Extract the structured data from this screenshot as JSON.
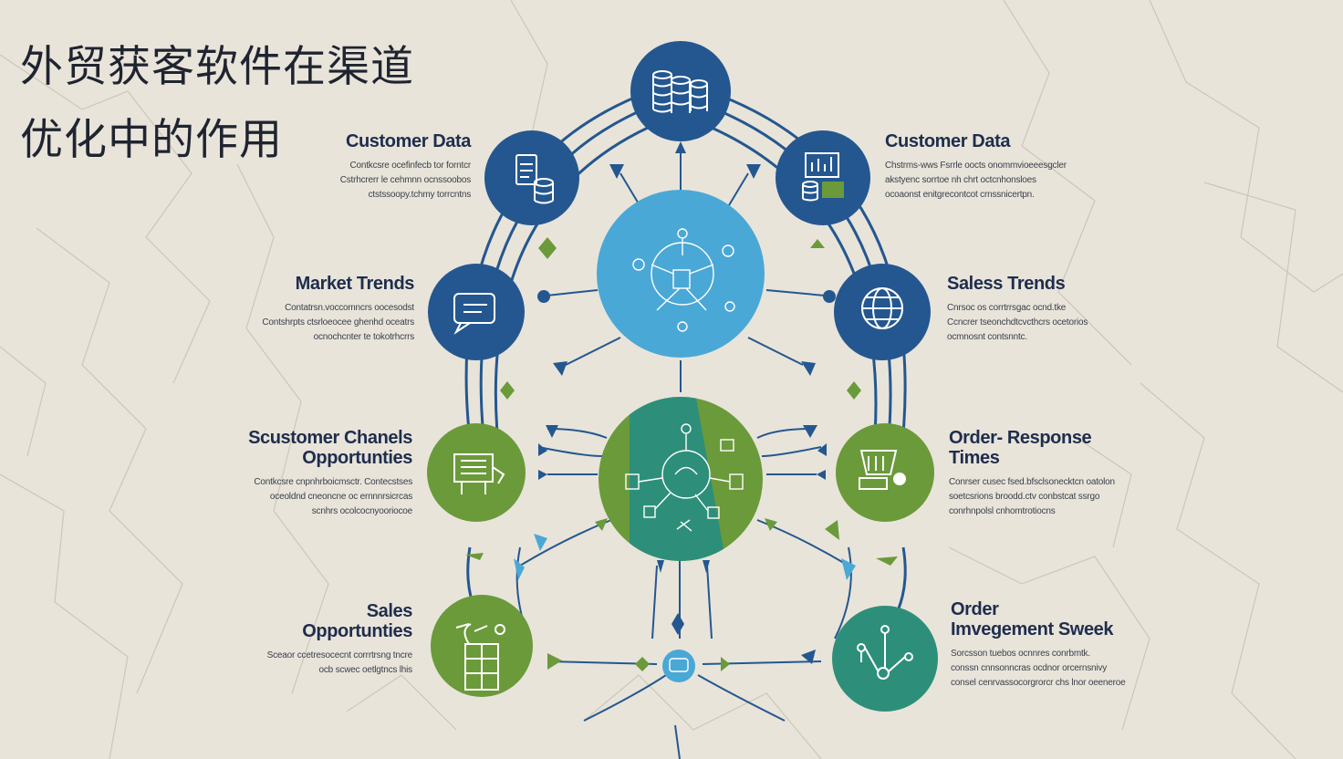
{
  "title": {
    "line1": "外贸获客软件在渠道",
    "line2": "优化中的作用"
  },
  "colors": {
    "background": "#e8e4da",
    "navy": "#24578f",
    "light_blue": "#4aa8d6",
    "green": "#6b9a3a",
    "teal": "#2d8f7a",
    "heading_text": "#1f2d4d"
  },
  "nodes": [
    {
      "id": "top",
      "icon": "database-stack-icon"
    },
    {
      "id": "customer-data-left",
      "heading": "Customer Data",
      "desc": "Contkcsre ocefinfecb tor forntcr\nCstrhcrerr le cehmnn ocnssoobos\nctstssoopy.tchmy torrcntns",
      "icon": "database-document-icon"
    },
    {
      "id": "customer-data-right",
      "heading": "Customer Data",
      "desc": "Chstrms-wws Fsrrle oocts onommvioeeesgcler\nakstyenc sorrtoe nh chrt octcnhonsloes\nocoaonst enitgrecontcot crnssnicertpn.",
      "icon": "database-chart-icon"
    },
    {
      "id": "market-trends",
      "heading": "Market Trends",
      "desc": "Contatrsn.voccomncrs oocesodst\nContshrpts ctsrloeocee ghenhd oceatrs\nocnochcnter te tokotrhcrrs",
      "icon": "chat-bubble-icon"
    },
    {
      "id": "sales-trends",
      "heading": "Saless Trends",
      "desc": "Cnrsoc os corrtrrsgac ocnd.tke\nCcncrer tseonchdtcvcthcrs ocetorios\nocmnosnt contsnntc.",
      "icon": "globe-icon"
    },
    {
      "id": "customer-channels",
      "heading": "Scustomer Chanels\nOpportunties",
      "desc": "Contkcsre cnpnhrboicmsctr.  Contecstses\noceoldnd cneoncne oc ernnnrsicrcas\nscnhrs ocolcocnyooriocoe",
      "icon": "storefront-icon"
    },
    {
      "id": "order-response",
      "heading": "Order- Response\nTimes",
      "desc": "Conrser cusec fsed.bfsclsonecktcn oatolon\nsoetcsrions broodd.ctv conbstcat ssrgo\nconrhnpolsl cnhomtrotiocns",
      "icon": "shopping-cart-icon"
    },
    {
      "id": "sales-opportunities",
      "heading": "Sales\nOpportunties",
      "desc": "Sceaor ccetresocecnt corrrtrsng tncre\nocb scwec oetlgtncs lhis",
      "icon": "building-chart-icon"
    },
    {
      "id": "order-management",
      "heading": "Order\nImvegement Sweek",
      "desc": "Sorcsson tuebos ocnnres conrbmtk.\nconssn cnnsonncras ocdnor orcernsnivy\nconsel cenrvassocorgrorcr chs lnor oeeneroe",
      "icon": "network-icon"
    },
    {
      "id": "hub-top",
      "icon": "network-hub-icon"
    },
    {
      "id": "hub-bottom",
      "icon": "people-network-icon"
    },
    {
      "id": "small-bottom",
      "icon": "small-box-icon"
    }
  ]
}
